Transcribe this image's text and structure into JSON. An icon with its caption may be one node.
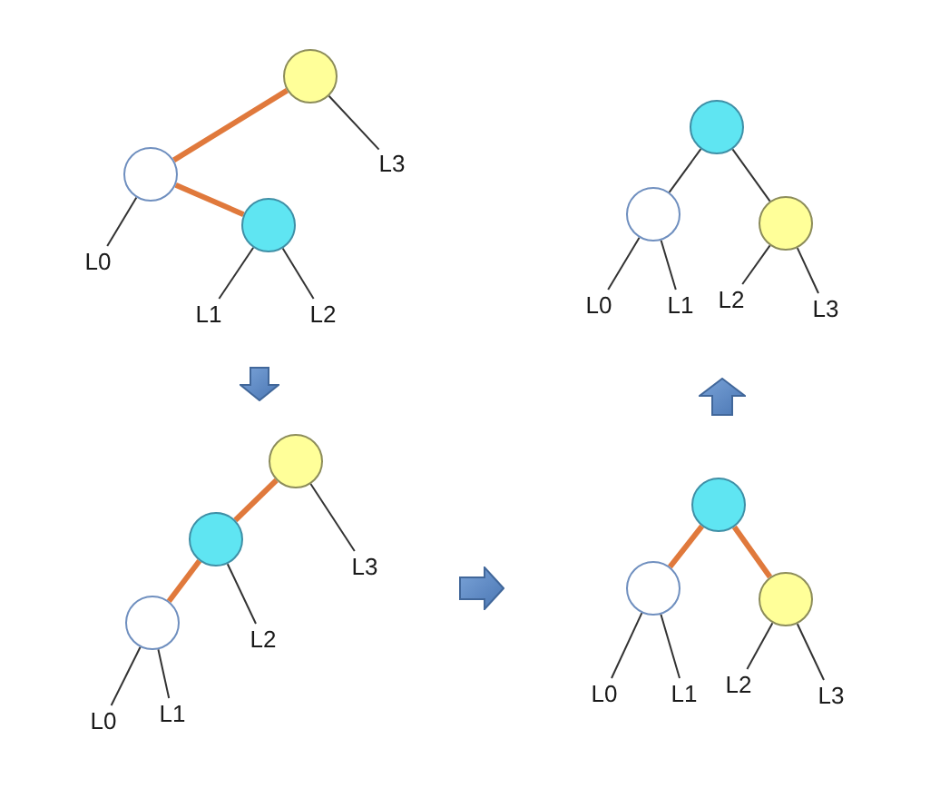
{
  "diagram": {
    "nodes": [
      {
        "text": [],
        "shape": "circle"
      },
      {
        "text": [],
        "shape": "circle"
      },
      {
        "text": [],
        "shape": "circle"
      },
      {
        "text": [
          "L3"
        ]
      },
      {
        "text": [
          "L0"
        ]
      },
      {
        "text": [
          "L1"
        ]
      },
      {
        "text": [
          "L2"
        ]
      },
      {
        "text": [],
        "shape": "circle"
      },
      {
        "text": [],
        "shape": "circle"
      },
      {
        "text": [],
        "shape": "circle"
      },
      {
        "text": [
          "L0"
        ]
      },
      {
        "text": [
          "L1"
        ]
      },
      {
        "text": [
          "L2"
        ]
      },
      {
        "text": [
          "L3"
        ]
      },
      {
        "text": [],
        "shape": "circle"
      },
      {
        "text": [],
        "shape": "circle"
      },
      {
        "text": [],
        "shape": "circle"
      },
      {
        "text": [
          "L3"
        ]
      },
      {
        "text": [
          "L2"
        ]
      },
      {
        "text": [
          "L0"
        ]
      },
      {
        "text": [
          "L1"
        ]
      },
      {
        "text": [],
        "shape": "circle"
      },
      {
        "text": [],
        "shape": "circle"
      },
      {
        "text": [],
        "shape": "circle"
      },
      {
        "text": [
          "L0"
        ]
      },
      {
        "text": [
          "L1"
        ]
      },
      {
        "text": [
          "L2"
        ]
      },
      {
        "text": [
          "L3"
        ]
      }
    ],
    "edges": [
      {
        "from": 0,
        "to": 1,
        "arrow": "none",
        "style": "thick",
        "color": "#e0793c"
      },
      {
        "from": 1,
        "to": 2,
        "arrow": "none",
        "style": "thick",
        "color": "#e0793c"
      },
      {
        "from": 1,
        "to": 4,
        "arrow": "none"
      },
      {
        "from": 2,
        "to": 5,
        "arrow": "none"
      },
      {
        "from": 2,
        "to": 6,
        "arrow": "none"
      },
      {
        "from": 0,
        "to": 3,
        "arrow": "none"
      },
      {
        "from": 7,
        "to": 8,
        "arrow": "none"
      },
      {
        "from": 7,
        "to": 9,
        "arrow": "none"
      },
      {
        "from": 8,
        "to": 10,
        "arrow": "none"
      },
      {
        "from": 8,
        "to": 11,
        "arrow": "none"
      },
      {
        "from": 9,
        "to": 12,
        "arrow": "none"
      },
      {
        "from": 9,
        "to": 13,
        "arrow": "none"
      },
      {
        "from": 14,
        "to": 15,
        "arrow": "none",
        "style": "thick",
        "color": "#e0793c"
      },
      {
        "from": 15,
        "to": 16,
        "arrow": "none",
        "style": "thick",
        "color": "#e0793c"
      },
      {
        "from": 16,
        "to": 19,
        "arrow": "none"
      },
      {
        "from": 16,
        "to": 20,
        "arrow": "none"
      },
      {
        "from": 15,
        "to": 18,
        "arrow": "none"
      },
      {
        "from": 14,
        "to": 17,
        "arrow": "none"
      },
      {
        "from": 21,
        "to": 22,
        "arrow": "none",
        "style": "thick",
        "color": "#e0793c"
      },
      {
        "from": 21,
        "to": 23,
        "arrow": "none",
        "style": "thick",
        "color": "#e0793c"
      },
      {
        "from": 22,
        "to": 24,
        "arrow": "none"
      },
      {
        "from": 22,
        "to": 25,
        "arrow": "none"
      },
      {
        "from": 23,
        "to": 26,
        "arrow": "none"
      },
      {
        "from": 23,
        "to": 27,
        "arrow": "none"
      }
    ]
  }
}
